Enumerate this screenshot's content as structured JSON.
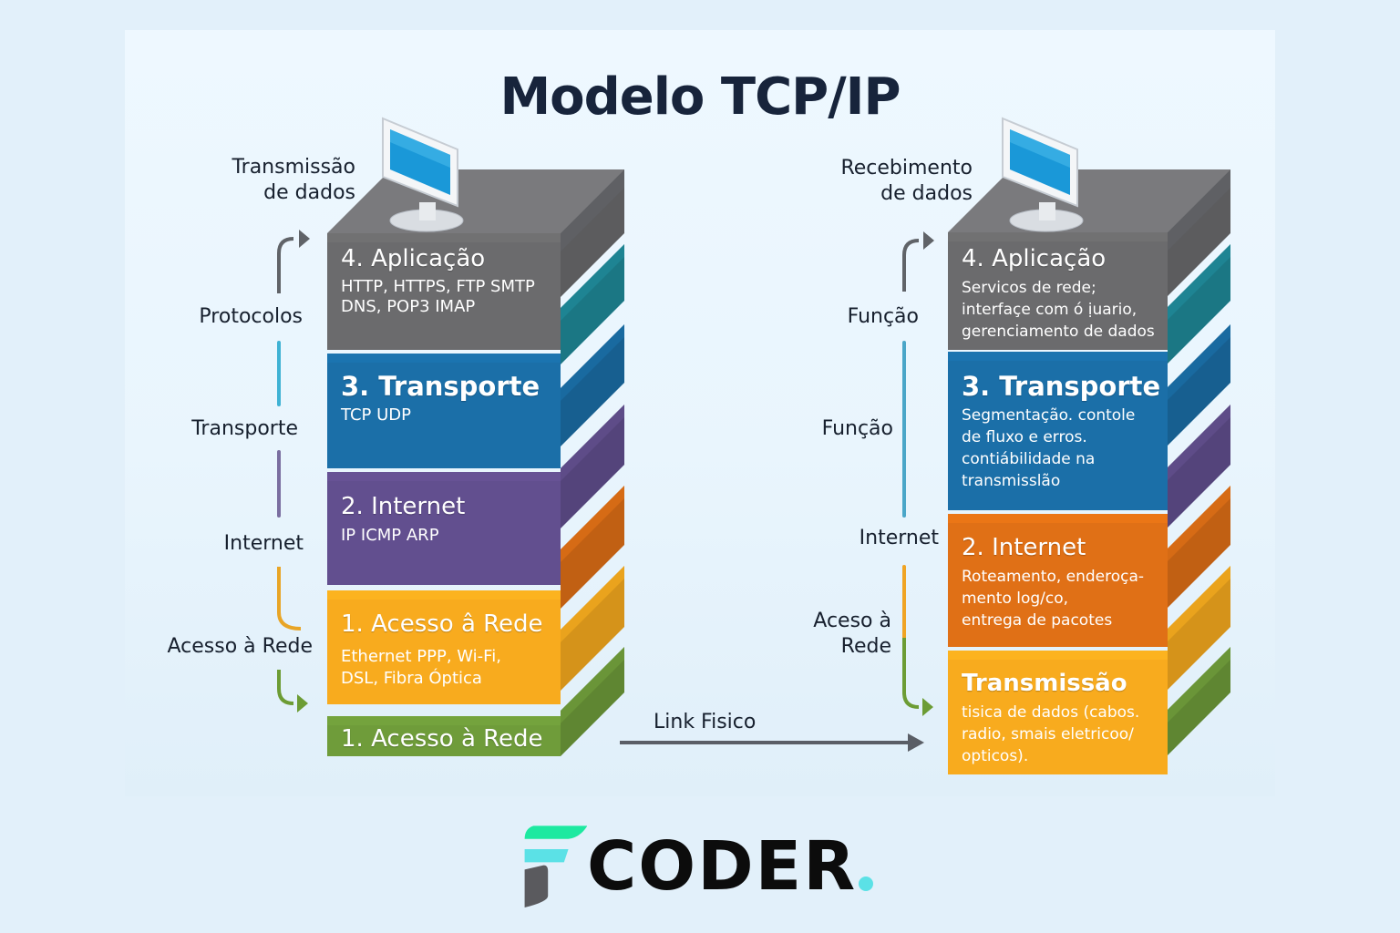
{
  "title": "Modelo TCP/IP",
  "colors": {
    "title": "#17243b",
    "gray": "#6b6b6d",
    "teal": "#1f8a9a",
    "blue": "#1b6fa8",
    "purple": "#624f8f",
    "orange": "#e07016",
    "yellow": "#f8ab1e",
    "green": "#6f9c3a",
    "link_arrow": "#5a5e66",
    "logo_green": "#1de9a0",
    "logo_cyan": "#5be1e6",
    "logo_gray": "#5a5a5e"
  },
  "left_stack": {
    "caption": "Transmissão\nde dados",
    "icon": "computer-monitor-icon",
    "blocks": [
      {
        "id": "aplicacao",
        "title": "4. Aplicação",
        "desc": "HTTP, HTTPS, FTP SMTP\nDNS, POP3  IMAP",
        "color": "gray",
        "bold": false
      },
      {
        "id": "transporte",
        "title": "3. Transporte",
        "desc": "TCP UDP",
        "color": "blue",
        "bold": true
      },
      {
        "id": "internet",
        "title": "2. Internet",
        "desc": "IP ICMP ARP",
        "color": "purple",
        "bold": false
      },
      {
        "id": "acesso-rede",
        "title": "1. Acesso â Rede",
        "desc": "Ethernet PPP, Wi-Fi,\nDSL, Fibra Óptica",
        "color": "yellow",
        "bold": false
      },
      {
        "id": "acesso-rede-fisico",
        "title": "1. Acesso à Rede",
        "desc": "",
        "color": "green",
        "bold": false
      }
    ],
    "side_labels": [
      "Protocolos",
      "Transporte",
      "Internet",
      "Acesso à Rede"
    ]
  },
  "right_stack": {
    "caption": "Recebimento\nde dados",
    "icon": "computer-monitor-icon",
    "blocks": [
      {
        "id": "aplicacao",
        "title": "4. Aplicação",
        "desc": "Servicos de rede;\ninterfaçe com ó ịuario,\ngerenciamento de dados",
        "color": "gray",
        "bold": false
      },
      {
        "id": "transporte",
        "title": "3. Transporte",
        "desc": "Segmentação. contole\nde fluxo e erros.\ncontiábilidade na\ntransmisslão",
        "color": "blue",
        "bold": true
      },
      {
        "id": "internet",
        "title": "2. Internet",
        "desc": "Roteamento, enderoça-\nmento log/co,\nentrega de pacotes",
        "color": "orange",
        "bold": false
      },
      {
        "id": "transmissao",
        "title": "Transmissão",
        "desc": "tisica de dados (cabos.\nradio, smais eletricoo/\nopticos).",
        "color": "yellow",
        "bold": false
      }
    ],
    "side_labels": [
      "Função",
      "Função",
      "Internet",
      "Aceso à\nRede"
    ]
  },
  "link": {
    "label": "Link Fisico"
  },
  "logo": {
    "word": "CODER",
    "name": "FCODER"
  }
}
